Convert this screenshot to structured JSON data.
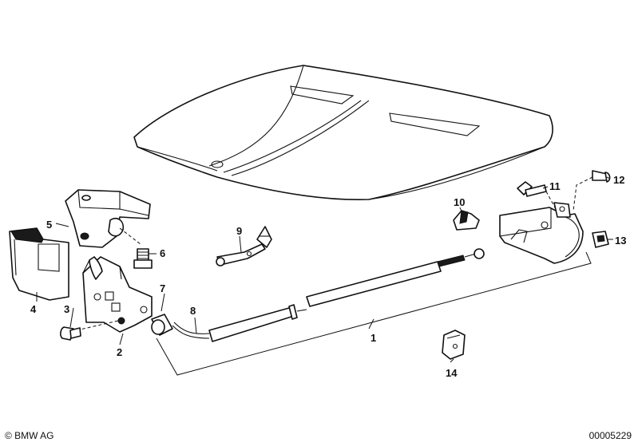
{
  "callouts": {
    "c1": "1",
    "c2": "2",
    "c3": "3",
    "c4": "4",
    "c5": "5",
    "c6": "6",
    "c7": "7",
    "c8": "8",
    "c9": "9",
    "c10": "10",
    "c11": "11",
    "c12": "12",
    "c13": "13",
    "c14": "14"
  },
  "footer": {
    "copyright": "© BMW AG",
    "diagram_number": "00005229"
  }
}
